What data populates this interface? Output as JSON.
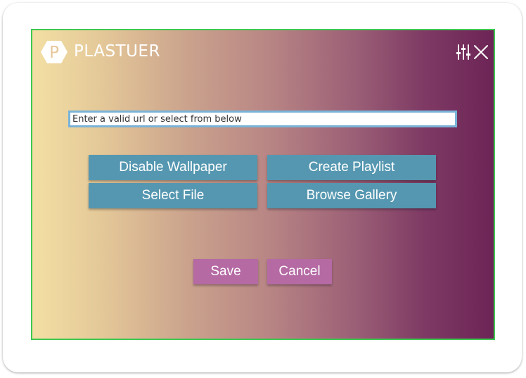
{
  "app": {
    "title": "PLASTUER",
    "logo_letter": "P"
  },
  "url_input": {
    "placeholder": "Enter a valid url or select from below",
    "value": ""
  },
  "buttons": {
    "disable_wallpaper": "Disable Wallpaper",
    "create_playlist": "Create Playlist",
    "select_file": "Select File",
    "browse_gallery": "Browse Gallery",
    "save": "Save",
    "cancel": "Cancel"
  },
  "icons": {
    "settings": "sliders-icon",
    "close": "close-icon"
  },
  "colors": {
    "window_border": "#3ec850",
    "primary_button": "#5597b0",
    "secondary_button": "#b56aa4",
    "input_border": "#7ab3d8",
    "gradient_start": "#f3dfa4",
    "gradient_end": "#6c2456"
  }
}
